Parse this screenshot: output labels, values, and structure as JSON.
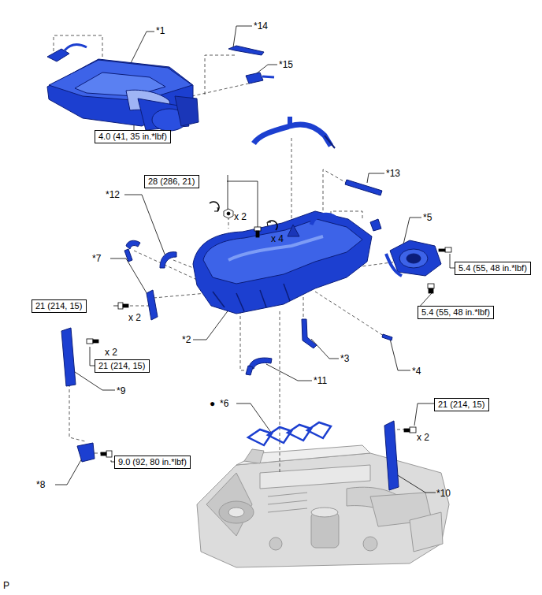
{
  "diagram": {
    "nodes": [
      {
        "text": [
          "4.0 (41, 35 in.*lbf)"
        ]
      },
      {
        "text": [
          "28 (286, 21)"
        ]
      },
      {
        "text": [
          "5.4 (55, 48 in.*lbf)"
        ]
      },
      {
        "text": [
          "21 (214, 15)"
        ]
      },
      {
        "text": [
          "5.4 (55, 48 in.*lbf)"
        ]
      },
      {
        "text": [
          "21 (214, 15)"
        ]
      },
      {
        "text": [
          "21 (214, 15)"
        ]
      },
      {
        "text": [
          "9.0 (92, 80 in.*lbf)"
        ]
      }
    ],
    "edges": [],
    "labels": [
      "*1",
      "*14",
      "*15",
      "*13",
      "*12",
      "x 2",
      "x 4",
      "*5",
      "*7",
      "x 2",
      "*2",
      "x 2",
      "*9",
      "*3",
      "*4",
      "*11",
      "●",
      "*6",
      "x 2",
      "*10",
      "*8",
      "P"
    ]
  }
}
